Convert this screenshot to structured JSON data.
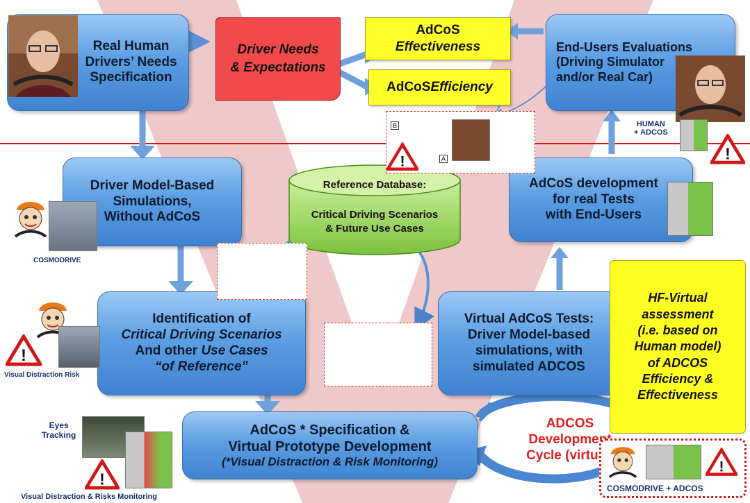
{
  "boxes": {
    "real_human": [
      "Real Human",
      "Drivers’ Needs",
      "Specification"
    ],
    "driver_model": [
      "Driver Model-Based",
      "Simulations,",
      "Without AdCoS"
    ],
    "identification": {
      "l1": "Identification of",
      "l2": "Critical Driving Scenarios",
      "l3a": "And other ",
      "l3b": "Use Cases",
      "l4": "“of Reference”"
    },
    "adcos_spec": {
      "l1": "AdCoS * Specification &",
      "l2": "Virtual Prototype Development",
      "l3": "(*Visual Distraction & Risk Monitoring)"
    },
    "virtual_tests": [
      "Virtual AdCoS Tests:",
      "Driver Model-based",
      "simulations, with",
      "simulated ADCOS"
    ],
    "adcos_dev": [
      "AdCoS development",
      "for real Tests",
      "with End-Users"
    ],
    "end_users": [
      "End-Users Evaluations",
      "(Driving Simulator",
      "and/or Real Car)"
    ]
  },
  "scrolls": {
    "driver_needs": [
      "Driver Needs",
      "& Expectations"
    ],
    "effectiveness": {
      "l1": "AdCoS",
      "l2": "Effectiveness"
    },
    "efficiency": {
      "a": "AdCoS ",
      "b": "Efficiency"
    },
    "hf_virtual": [
      "HF-Virtual",
      "assessment",
      "(i.e. based on",
      "Human model)",
      "of ADCOS",
      "Efficiency &",
      "Effectiveness"
    ]
  },
  "database": {
    "title": "Reference Database:",
    "l1": "Critical Driving Scenarios",
    "l2": "& Future Use Cases"
  },
  "cycle": [
    "ADCOS",
    "Development",
    "Cycle (virtual)"
  ],
  "labels": {
    "cosmodrive": "COSMODRIVE",
    "visual_distraction_risk": "Visual Distraction Risk",
    "eyes_tracking": [
      "Eyes",
      "Tracking"
    ],
    "visual_distraction_monitoring": "Visual Distraction & Risks Monitoring",
    "human_adcos": [
      "HUMAN",
      "+ ADCOS"
    ],
    "cosmodrive_adcos": "COSMODRIVE + ADCOS",
    "scenario_b": "B",
    "scenario_a": "A"
  },
  "colors": {
    "box_blue": "#5d9fe3",
    "v_shape": "#e8b4b4",
    "yellow": "#ffff22",
    "red_scroll": "#f24a4a",
    "database_green": "#9ed85a",
    "cycle_red": "#e02020"
  }
}
